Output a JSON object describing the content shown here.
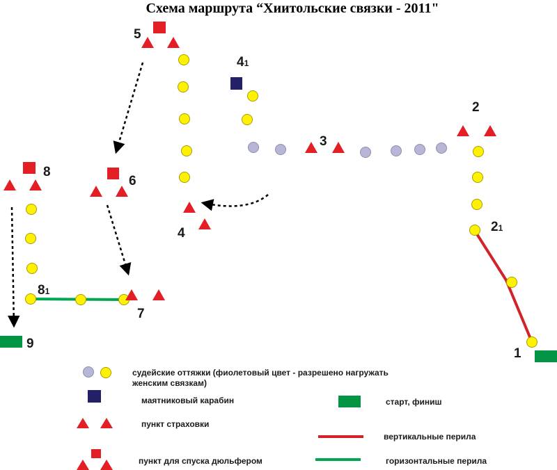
{
  "title": "Схема маршрута “Хиитольские связки - 2011\"",
  "colors": {
    "red": "#e31e24",
    "yellow": "#fff200",
    "lilac": "#b7b6d6",
    "navy": "#232067",
    "green": "#009444",
    "rope_red": "#d2232a",
    "rope_green": "#00a651"
  },
  "points": {
    "p1": "1",
    "p2": "2",
    "p2_1": {
      "base": "2",
      "sub": "1"
    },
    "p3": "3",
    "p4": "4",
    "p4_1": {
      "base": "4",
      "sub": "1"
    },
    "p5": "5",
    "p6": "6",
    "p7": "7",
    "p8": "8",
    "p8_1": {
      "base": "8",
      "sub": "1"
    },
    "p9": "9"
  },
  "legend": {
    "anchors_line1": "судейские оттяжки (фиолетовый цвет - разрешено нагружать",
    "anchors_line2": "женским связкам)",
    "pendulum": "маятниковый карабин",
    "belay": "пункт страховки",
    "rappel": "пункт для спуска дюльфером",
    "start_finish": "старт, финиш",
    "vertical_rope": "вертикальные перила",
    "horizontal_rope": "горизонтальные перила"
  }
}
